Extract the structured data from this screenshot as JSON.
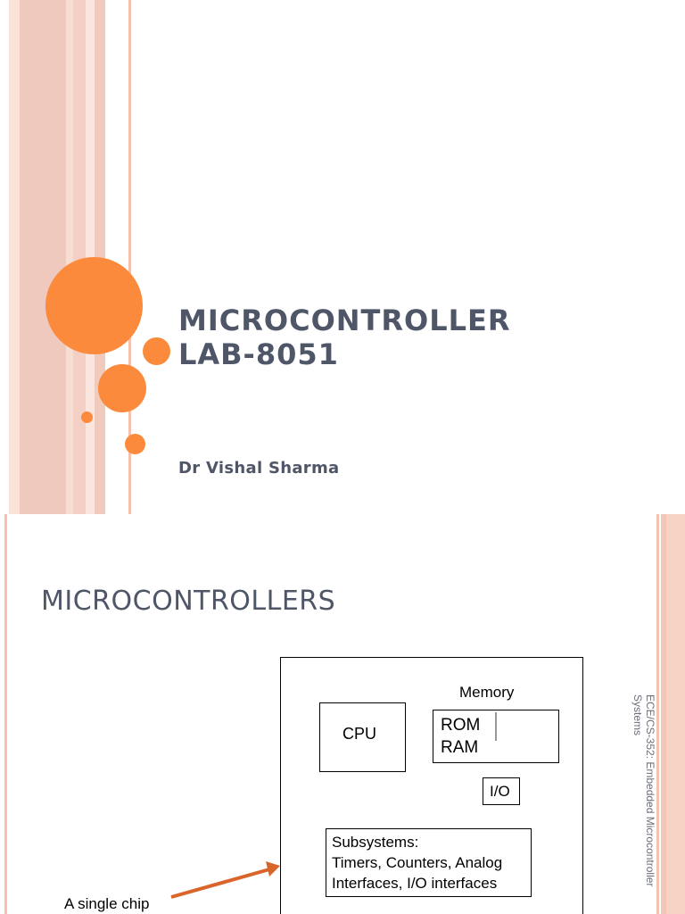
{
  "slide1": {
    "title": "MICROCONTROLLER LAB-8051",
    "subtitle": "Dr Vishal Sharma"
  },
  "slide2": {
    "title": "MICROCONTROLLERS",
    "diagram": {
      "memory_label": "Memory",
      "cpu_label": "CPU",
      "rom_label": "ROM",
      "ram_label": "RAM",
      "io_label": "I/O",
      "subsystems_lines": [
        "Subsystems:",
        "Timers, Counters, Analog",
        "Interfaces, I/O interfaces"
      ],
      "chip_label": "A single chip"
    },
    "side_text": "ECE/CS-352: Embedded Microcontroller Systems"
  },
  "colors": {
    "accent": "#fb8a3c",
    "arrow": "#d9652a",
    "title": "#4e5668",
    "stripe_light": "#fbe3d9",
    "stripe_dark": "#efc9bd"
  }
}
